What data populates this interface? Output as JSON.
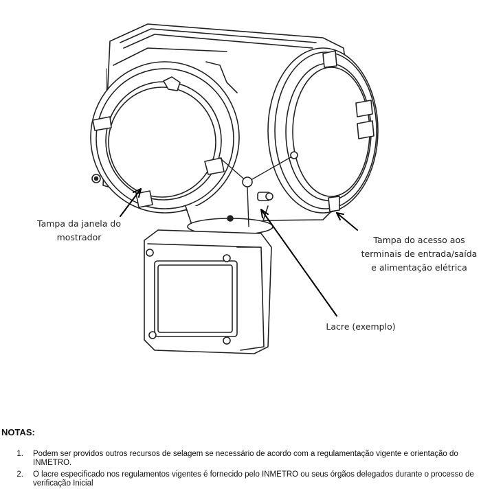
{
  "callouts": {
    "display_cover": [
      "Tampa da janela do",
      "mostrador"
    ],
    "terminal_cover": [
      "Tampa do acesso aos",
      "terminais de entrada/saída",
      "e alimentação elétrica"
    ],
    "seal": "Lacre (exemplo)"
  },
  "notes": {
    "title": "NOTAS:",
    "items": [
      {
        "number": "1.",
        "text": "Podem ser providos outros recursos de selagem se necessário de acordo com a regulamentação vigente e orientação do INMETRO."
      },
      {
        "number": "2.",
        "text": "O lacre especificado nos regulamentos vigentes é fornecido pelo INMETRO ou seus órgãos delegados durante o processo de verificação Inicial"
      }
    ]
  }
}
